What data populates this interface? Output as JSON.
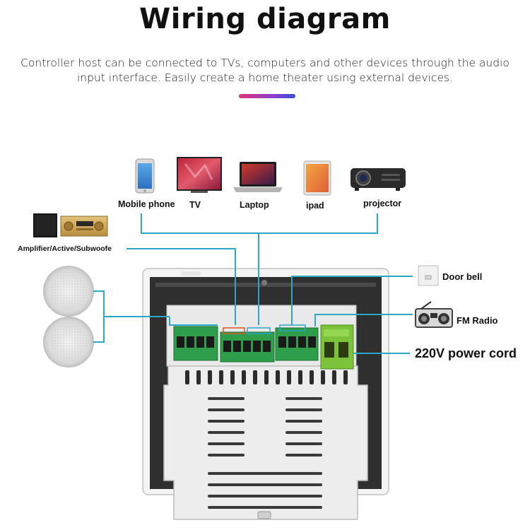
{
  "header": {
    "title": "Wiring diagram",
    "subtitle_line1": "Controller host can be connected to TVs, computers and other devices through the audio",
    "subtitle_line2": "input interface. Easily create a home theater using external devices."
  },
  "devices": {
    "mobile_phone": "Mobile phone",
    "tv": "TV",
    "laptop": "Laptop",
    "ipad": "ipad",
    "projector": "projector",
    "amplifier": "Amplifier/Active/Subwoofe",
    "door_bell": "Door bell",
    "fm_radio": "FM Radio",
    "power_cord": "220V power cord"
  },
  "colors": {
    "wire": "#2aa7c9",
    "terminal_green": "#2f9e4a",
    "power_terminal": "#7cc23a",
    "accent_start": "#e0337a",
    "accent_end": "#3b4fd6"
  }
}
